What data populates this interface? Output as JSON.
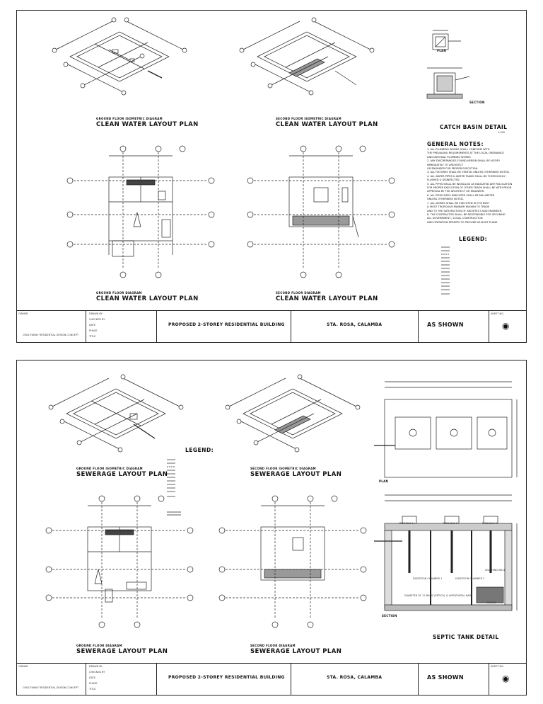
{
  "sheet1": {
    "views": [
      {
        "sub": "GROUND FLOOR ISOMETRIC DIAGRAM",
        "title": "CLEAN WATER LAYOUT PLAN"
      },
      {
        "sub": "SECOND FLOOR ISOMETRIC DIAGRAM",
        "title": "CLEAN WATER LAYOUT PLAN"
      },
      {
        "sub": "GROUND FLOOR DIAGRAM",
        "title": "CLEAN WATER LAYOUT PLAN"
      },
      {
        "sub": "SECOND FLOOR DIAGRAM",
        "title": "CLEAN WATER LAYOUT PLAN"
      }
    ],
    "catch_basin": {
      "title": "CATCH BASIN DETAIL",
      "plan_label": "PLAN",
      "section_label": "SECTION",
      "scale": "1:000"
    },
    "general_notes": {
      "heading": "GENERAL NOTES:",
      "items": [
        "1. ALL PLUMBING WORKS SHALL CONFORM WITH",
        "   THE PREVAILING REQUIREMENTS AT THE LOCAL ORDINANCE",
        "   AND NATIONAL PLUMBING WORKS",
        "2. ANY DISCREPANCIES FOUND HEREIN SHALL BE NOTIFY",
        "   IMMEDIATELY TO ARCHITECT",
        "   OR ENGINEER FOR PROPER EXECUTION.",
        "3. ALL FIXTURES SHALL BE VENTED UNLESS OTHERWISE NOTED.",
        "4. ALL WATER PIPES & WATER TANKS SHALL BE THOROUGHLY",
        "   FLUSHED & DISINFECTED.",
        "5. ALL PIPES SHALL BE INSTALLED AS INDICATED ANY RELOCATION",
        "   FOR PROPER EXECUTION OF OTHER TRADE SHALL BE WITH PRIOR",
        "   APPROVAL BY THE ARCHITECT OR ENGINEER.",
        "6. ALL PIPES SIZES INDICATED SHALL BE MILLIMETER",
        "   UNLESS OTHERWISE NOTED.",
        "7. ALL WORKS SHALL BE EXECUTED IN THE BEST",
        "   & MOST THOROUGH MANNER KNOWN TO TRADE",
        "   AND TO THE SATISFACTION OF ARCHITECT AND ENGINEER.",
        "8. THE CONTRACTOR SHALL BE RESPONSIBLE FOR SECURING",
        "   ALL GOVERNMENT / LOCAL CONSTRUCTION",
        "   AND OPERATION PERMITS TO PROVIDE AS BUILT PLANS."
      ]
    },
    "legend": {
      "heading": "LEGEND:"
    }
  },
  "sheet2": {
    "views": [
      {
        "sub": "GROUND FLOOR ISOMETRIC DIAGRAM",
        "title": "SEWERAGE LAYOUT PLAN"
      },
      {
        "sub": "SECOND FLOOR ISOMETRIC DIAGRAM",
        "title": "SEWERAGE LAYOUT PLAN"
      },
      {
        "sub": "GROUND FLOOR DIAGRAM",
        "title": "SEWERAGE LAYOUT PLAN"
      },
      {
        "sub": "SECOND FLOOR DIAGRAM",
        "title": "SEWERAGE LAYOUT PLAN"
      }
    ],
    "legend": {
      "heading": "LEGEND:"
    },
    "septic": {
      "title": "SEPTIC TANK DETAIL",
      "plan_label": "PLAN",
      "section_label": "SECTION",
      "chambers": [
        "DIGESTION CHAMBER 1",
        "DIGESTION CHAMBER 2",
        "LEACHING WELL"
      ],
      "gravel": "GRAVEL",
      "note1": "DIAMETER OF 12 BARS VERTICAL & HORIZONTAL BARS",
      "manholes": [
        "MANHOLE 1",
        "MANHOLE 2",
        "MANHOLE 3"
      ]
    }
  },
  "titleblock": {
    "project": "PROPOSED 2-STOREY RESIDENTIAL BUILDING",
    "location": "STA. ROSA, CALAMBA",
    "scale": "AS SHOWN",
    "sheet_label": "SHEET NO.",
    "fields": [
      "DRAWN BY",
      "CHECKED BY",
      "DATE",
      "PHASE",
      "TITLE"
    ],
    "owner_label": "OWNER",
    "owner_name": "CRUZ FAMILY RESIDENTIAL DESIGN CONCEPT"
  }
}
